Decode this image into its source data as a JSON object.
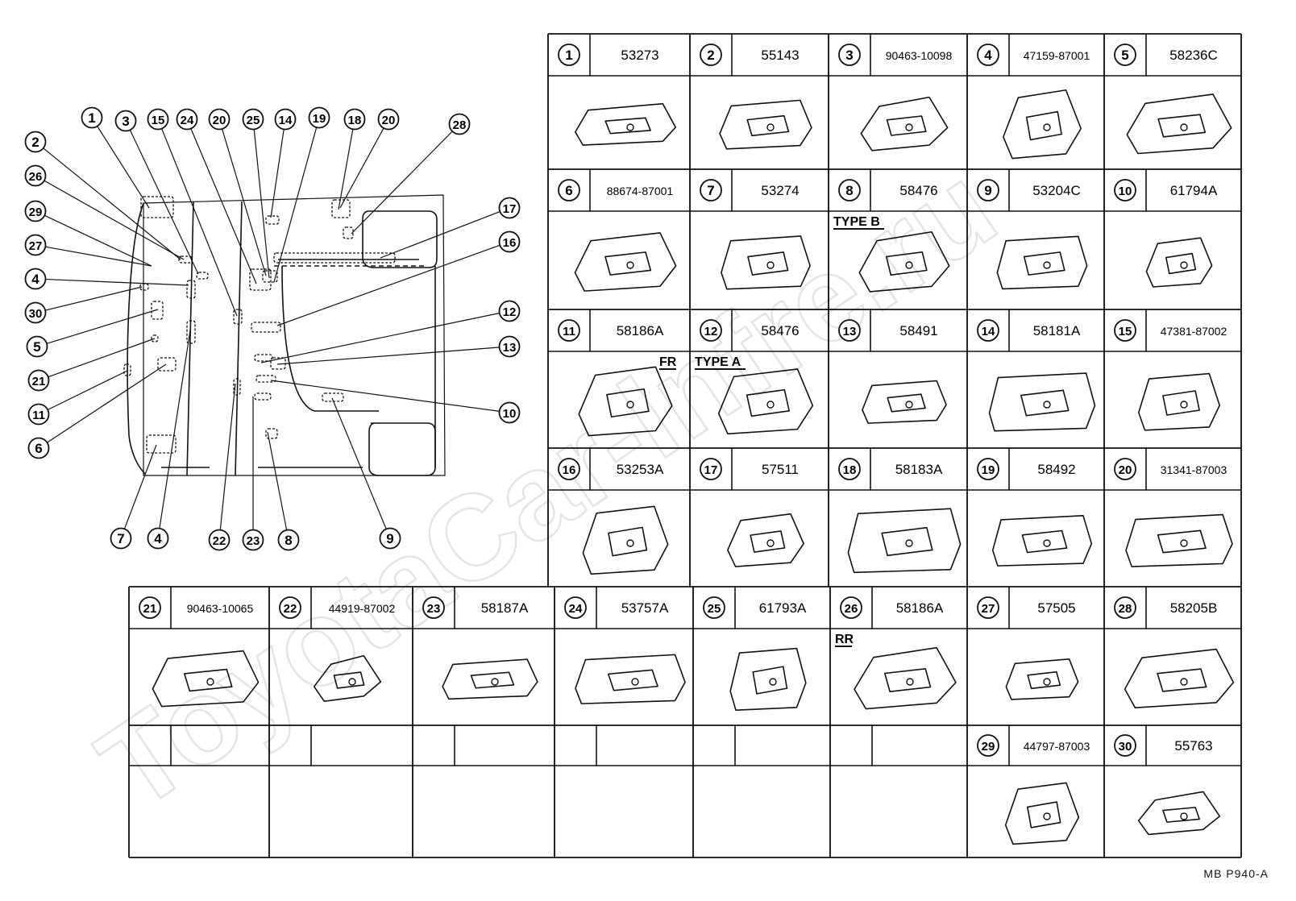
{
  "diagram": {
    "callouts": [
      "1",
      "2",
      "3",
      "4",
      "5",
      "6",
      "7",
      "8",
      "9",
      "10",
      "11",
      "12",
      "13",
      "14",
      "15",
      "16",
      "17",
      "18",
      "19",
      "20",
      "21",
      "22",
      "23",
      "24",
      "25",
      "26",
      "27",
      "28",
      "29",
      "30"
    ],
    "drawing_code": "MB P940-A",
    "watermark": "ToyotaCar-lnfre.ru"
  },
  "parts": [
    {
      "ref": "1",
      "part_no": "53273"
    },
    {
      "ref": "2",
      "part_no": "55143"
    },
    {
      "ref": "3",
      "part_no": "90463-10098"
    },
    {
      "ref": "4",
      "part_no": "47159-87001"
    },
    {
      "ref": "5",
      "part_no": "58236C"
    },
    {
      "ref": "6",
      "part_no": "88674-87001"
    },
    {
      "ref": "7",
      "part_no": "53274"
    },
    {
      "ref": "8",
      "part_no": "58476",
      "note": "TYPE B"
    },
    {
      "ref": "9",
      "part_no": "53204C"
    },
    {
      "ref": "10",
      "part_no": "61794A"
    },
    {
      "ref": "11",
      "part_no": "58186A",
      "note": "FR"
    },
    {
      "ref": "12",
      "part_no": "58476",
      "note": "TYPE A"
    },
    {
      "ref": "13",
      "part_no": "58491"
    },
    {
      "ref": "14",
      "part_no": "58181A"
    },
    {
      "ref": "15",
      "part_no": "47381-87002"
    },
    {
      "ref": "16",
      "part_no": "53253A"
    },
    {
      "ref": "17",
      "part_no": "57511"
    },
    {
      "ref": "18",
      "part_no": "58183A"
    },
    {
      "ref": "19",
      "part_no": "58492"
    },
    {
      "ref": "20",
      "part_no": "31341-87003"
    },
    {
      "ref": "21",
      "part_no": "90463-10065"
    },
    {
      "ref": "22",
      "part_no": "44919-87002"
    },
    {
      "ref": "23",
      "part_no": "58187A"
    },
    {
      "ref": "24",
      "part_no": "53757A"
    },
    {
      "ref": "25",
      "part_no": "61793A"
    },
    {
      "ref": "26",
      "part_no": "58186A",
      "note": "RR"
    },
    {
      "ref": "27",
      "part_no": "57505"
    },
    {
      "ref": "28",
      "part_no": "58205B"
    },
    {
      "ref": "29",
      "part_no": "44797-87003"
    },
    {
      "ref": "30",
      "part_no": "55763"
    }
  ]
}
